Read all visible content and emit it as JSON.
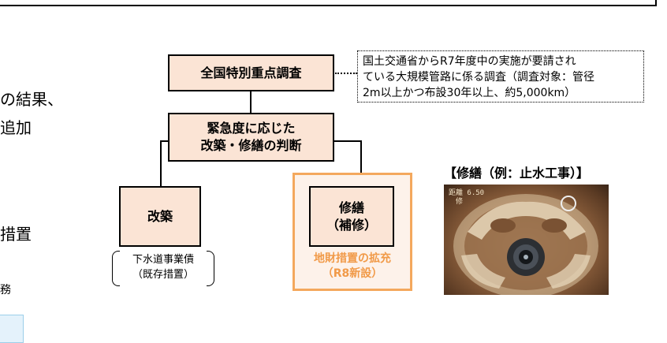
{
  "left_text": {
    "line1": "の結果、",
    "line2": "追加",
    "line3": "措置",
    "line4": "務"
  },
  "flow": {
    "national_survey": "全国特別重点調査",
    "judgement_line1": "緊急度に応じた",
    "judgement_line2": "改築・修繕の判断",
    "renewal": "改築",
    "repair_line1": "修繕",
    "repair_line2": "（補修）",
    "expansion_line1": "地財措置の拡充",
    "expansion_line2": "（R8新設）",
    "bond_line1": "下水道事業債",
    "bond_line2": "（既存措置）"
  },
  "note": {
    "line1": "国土交通省からR7年度中の実施が要請され",
    "line2": "ている大規模管路に係る調査（調査対象：管径",
    "line3": "2m以上かつ布設30年以上、約5,000km）"
  },
  "photo": {
    "caption": "【修繕（例：止水工事）】",
    "overlay_line1": "距離  6.50",
    "overlay_line2": " 　修"
  },
  "colors": {
    "box_fill": "#fbe4d5",
    "accent_orange": "#f4a85d",
    "accent_text": "#f19a48",
    "repair_fill": "#fdf2ea"
  }
}
